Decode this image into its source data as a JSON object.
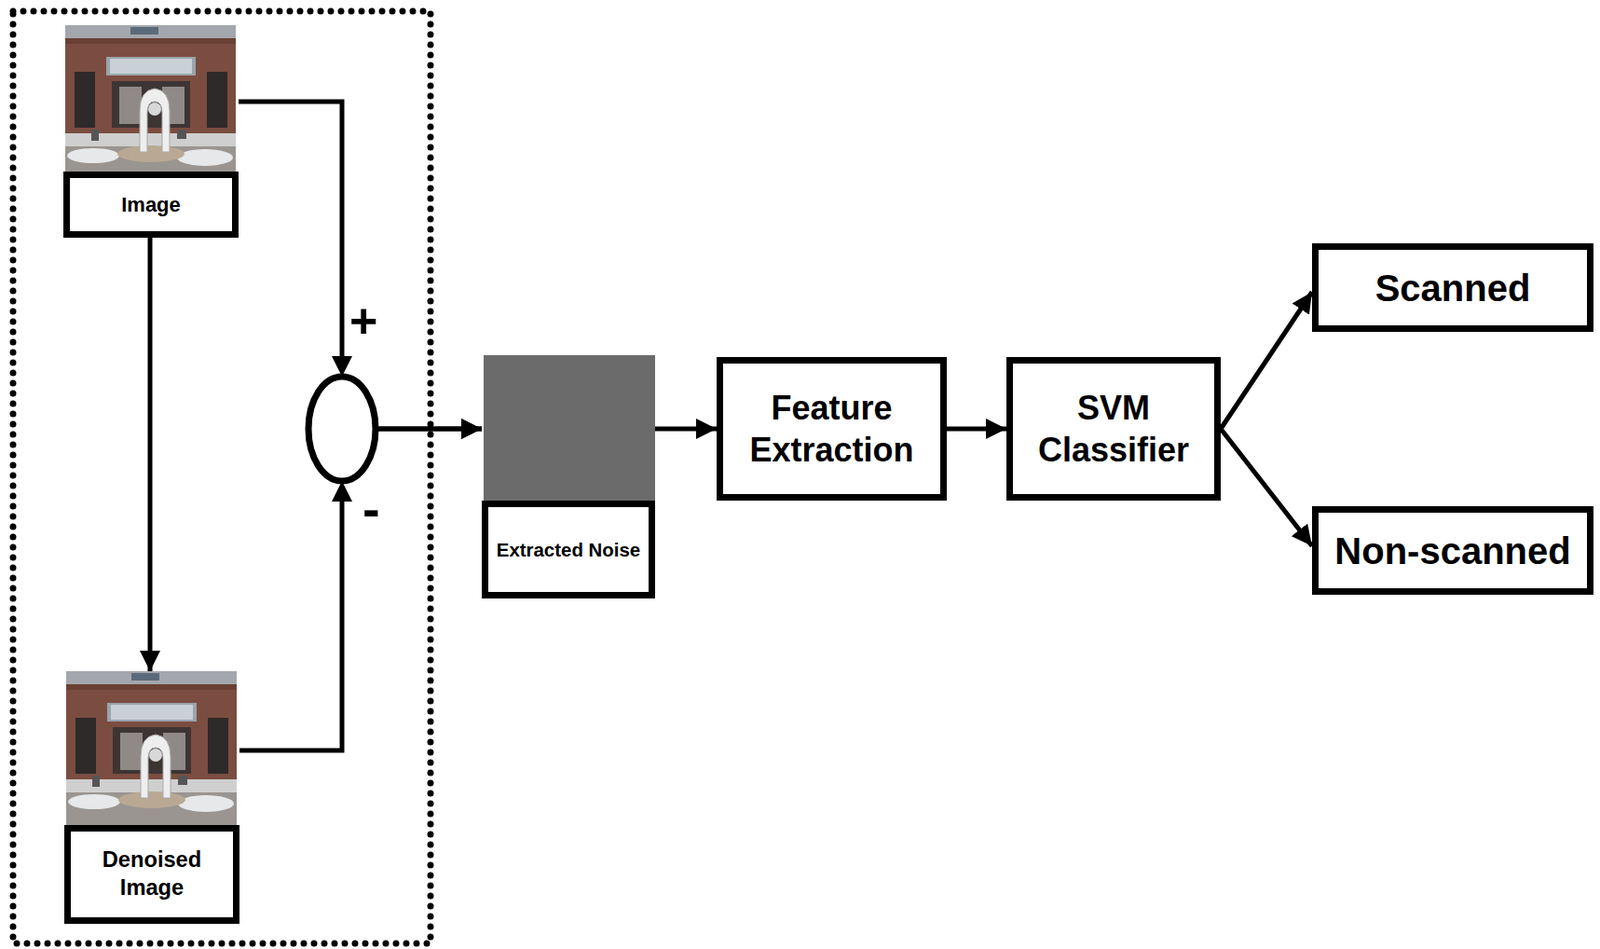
{
  "diagram": {
    "nodes": [
      {
        "text": [
          "Image"
        ]
      },
      {
        "text": [
          "Denoised Image"
        ]
      },
      {
        "text": [
          "Extracted Noise"
        ]
      },
      {
        "text": [
          "Feature Extraction"
        ]
      },
      {
        "text": [
          "SVM Classifier"
        ]
      },
      {
        "text": [
          "Scanned"
        ]
      },
      {
        "text": [
          "Non-scanned"
        ]
      }
    ],
    "edges": [
      {
        "from": 0,
        "to": 1,
        "arrow": "to"
      },
      {
        "from": 0,
        "to": 2,
        "arrow": "to"
      },
      {
        "from": 1,
        "to": 2,
        "arrow": "to"
      },
      {
        "from": 2,
        "to": 3,
        "arrow": "to"
      },
      {
        "from": 3,
        "to": 4,
        "arrow": "to"
      },
      {
        "from": 4,
        "to": 5,
        "arrow": "to"
      },
      {
        "from": 4,
        "to": 6,
        "arrow": "to"
      }
    ],
    "labels": [
      "+",
      "-"
    ]
  }
}
